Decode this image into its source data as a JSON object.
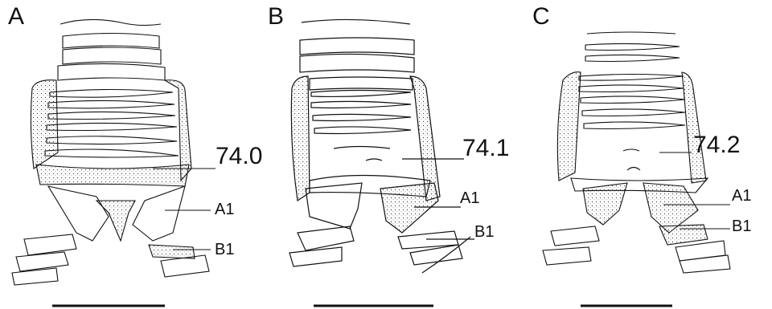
{
  "panels": [
    {
      "letter": "A",
      "segment_label": "74.0",
      "label_a": "A1",
      "label_b": "B1"
    },
    {
      "letter": "B",
      "segment_label": "74.1",
      "label_a": "A1",
      "label_b": "B1"
    },
    {
      "letter": "C",
      "segment_label": "74.2",
      "label_a": "A1",
      "label_b": "B1"
    }
  ],
  "colors": {
    "ink": "#111111",
    "background": "#ffffff"
  }
}
